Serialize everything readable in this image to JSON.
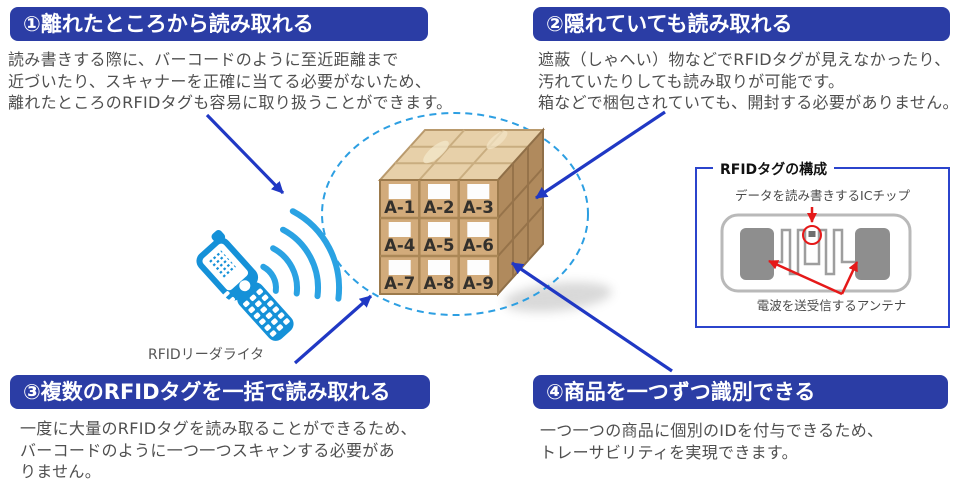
{
  "features": [
    {
      "title": "①離れたところから読み取れる",
      "body": [
        "読み書きする際に、バーコードのように至近距離まで",
        "近づいたり、スキャナーを正確に当てる必要がないため、",
        "離れたところのRFIDタグも容易に取り扱うことができます。"
      ]
    },
    {
      "title": "②隠れていても読み取れる",
      "body": [
        "遮蔽（しゃへい）物などでRFIDタグが見えなかったり、",
        "汚れていたりしても読み取りが可能です。",
        "箱などで梱包されていても、開封する必要がありません。"
      ]
    },
    {
      "title": "③複数のRFIDタグを一括で読み取れる",
      "body": [
        "一度に大量のRFIDタグを読み取ることができるため、",
        "バーコードのように一つ一つスキャンする必要があ",
        "りません。"
      ]
    },
    {
      "title": "④商品を一つずつ識別できる",
      "body": [
        "一つ一つの商品に個別のIDを付与できるため、",
        "トレーサビリティを実現できます。"
      ]
    }
  ],
  "reader": {
    "label": "RFIDリーダライタ"
  },
  "cube": {
    "labels": [
      "A-1",
      "A-2",
      "A-3",
      "A-4",
      "A-5",
      "A-6",
      "A-7",
      "A-8",
      "A-9"
    ]
  },
  "tag_box": {
    "title": "RFIDタグの構成",
    "chip_label": "データを読み書きするICチップ",
    "antenna_label": "電波を送受信するアンテナ"
  },
  "colors": {
    "header_bg": "#2b3da5",
    "arrow_blue": "#2038c4",
    "dashed_ellipse_blue": "#2d9fe2",
    "wave_blue": "#2aa2e3",
    "device_blue": "#1591d8",
    "tag_box_border": "#2b44cc",
    "annotation_red": "#e51919",
    "box_front_tan": "#d2ab7b",
    "box_top_tan": "#e7d0a9",
    "box_side_tan": "#b08a5d",
    "body_text_gray": "#4f4f4f"
  }
}
